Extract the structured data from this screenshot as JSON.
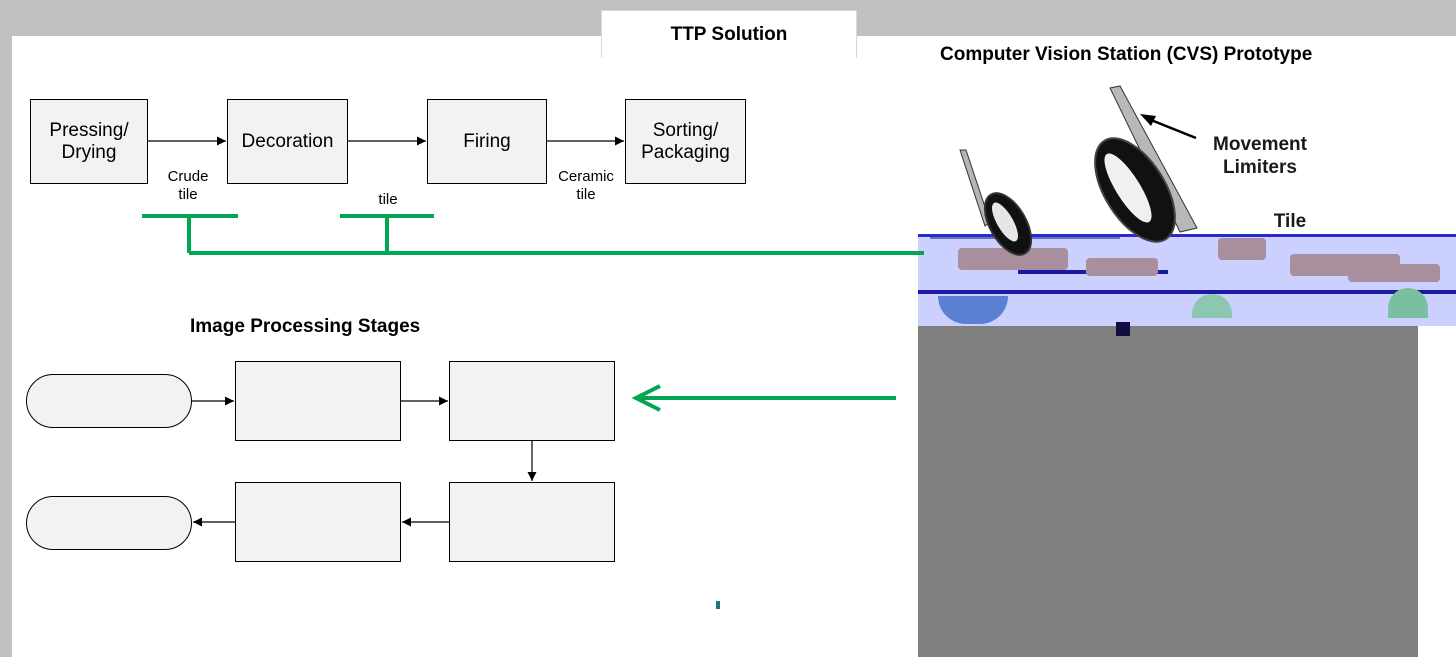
{
  "slide_title": "TTP Solution",
  "cvs_title": "Computer Vision Station (CVS) Prototype",
  "process_flow": {
    "stages": [
      "Pressing/\nDrying",
      "Decoration",
      "Firing",
      "Sorting/\nPackaging"
    ],
    "transitions": [
      "Crude\ntile",
      "tile",
      "Ceramic\ntile"
    ]
  },
  "image_processing_heading": "Image Processing Stages",
  "cvs_labels": {
    "movement_limiters": "Movement\nLimiters",
    "tile_partial": "Tile"
  },
  "colors": {
    "connector_green": "#00a651",
    "box_fill": "#f2f2f2",
    "background_gray": "#c0c0c0",
    "photo_gray": "#7f7f7f"
  }
}
